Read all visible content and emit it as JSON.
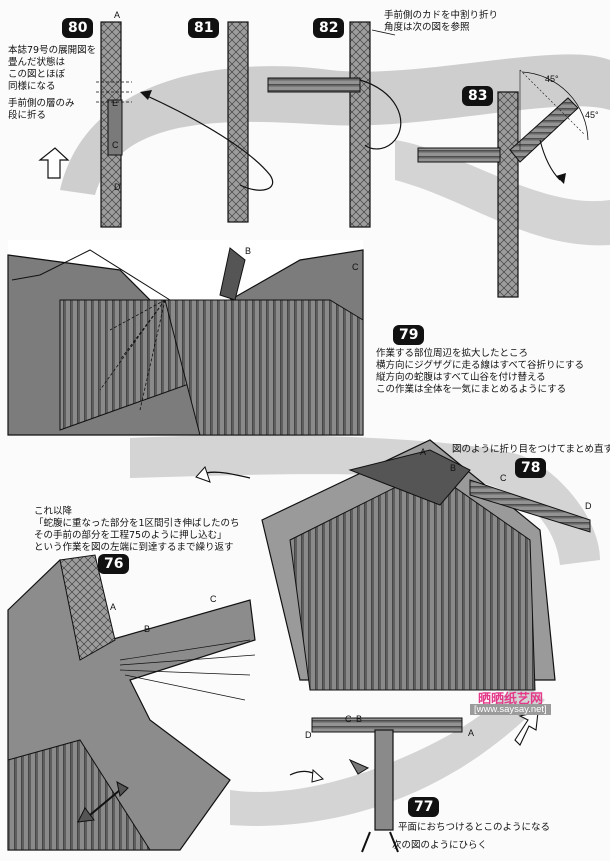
{
  "steps": {
    "s80": {
      "number": "80"
    },
    "s81": {
      "number": "81"
    },
    "s82": {
      "number": "82"
    },
    "s83": {
      "number": "83"
    },
    "s79": {
      "number": "79"
    },
    "s78": {
      "number": "78"
    },
    "s76": {
      "number": "76"
    },
    "s77": {
      "number": "77"
    }
  },
  "notes": {
    "n80a": [
      "本誌79号の展開図を",
      "畳んだ状態は",
      "この図とほぼ",
      "同様になる"
    ],
    "n80b": [
      "手前側の層のみ",
      "段に折る"
    ],
    "n82": [
      "手前側のカドを中割り折り",
      "角度は次の図を参照"
    ],
    "n79": [
      "作業する部位周辺を拡大したところ",
      "横方向にジグザグに走る線はすべて谷折りにする",
      "縦方向の蛇腹はすべて山谷を付け替える",
      "この作業は全体を一気にまとめるようにする"
    ],
    "n78": "図のように折り目をつけてまとめ直す",
    "n76": [
      "これ以降",
      "「蛇腹に重なった部分を1区間引き伸ばしたのち",
      "その手前の部分を工程75のように押し込む」",
      "という作業を図の左端に到達するまで繰り返す"
    ],
    "n77a": "平面におちつけるとこのようになる",
    "n77b": "次の図のようにひらく"
  },
  "labels": {
    "a": "A",
    "b": "B",
    "c": "C",
    "d": "D",
    "e": "E",
    "angle1": "45°",
    "angle2": "45°"
  },
  "watermark": {
    "logo": "晒晒纸艺网",
    "url": "[www.saysay.net]"
  }
}
